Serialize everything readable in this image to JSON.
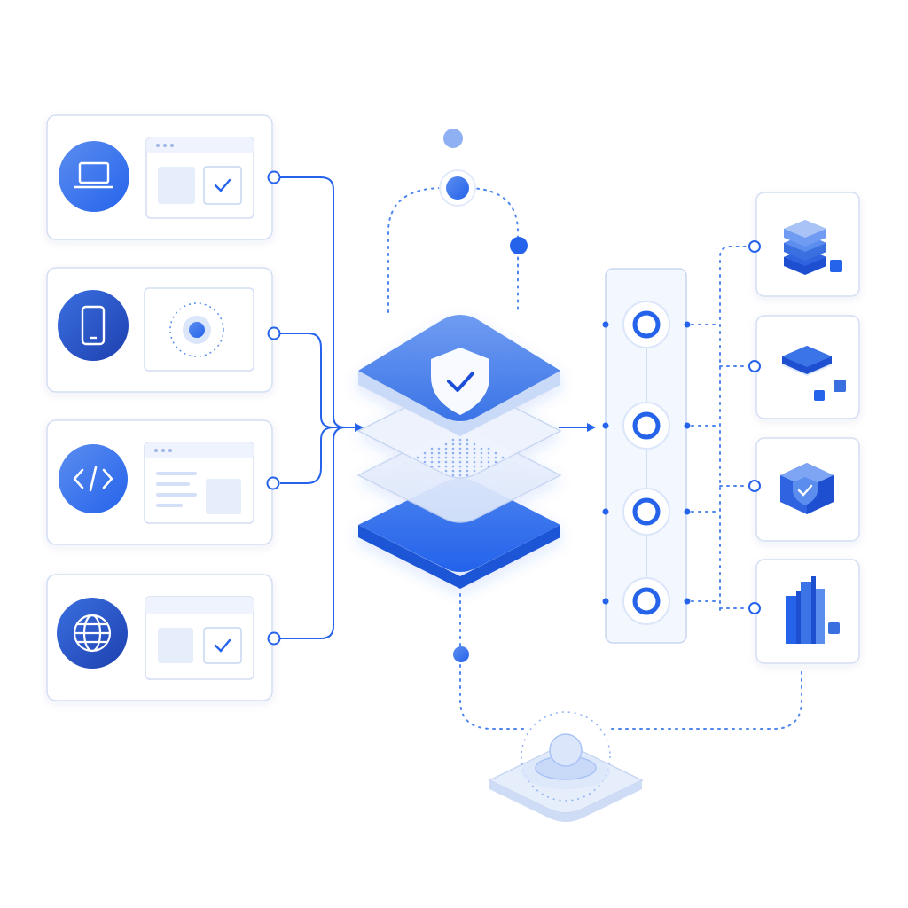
{
  "palette": {
    "primary": "#2563eb",
    "primary_light": "#5b8def",
    "accent_soft": "#dbe6fb",
    "card_border": "#d3def4",
    "card_fill": "#ffffff",
    "dot_line": "#4f86ee"
  },
  "sources": [
    {
      "icon": "laptop-icon",
      "preview": "window-with-check"
    },
    {
      "icon": "smartphone-icon",
      "preview": "radar-target"
    },
    {
      "icon": "code-icon",
      "preview": "text-document"
    },
    {
      "icon": "globe-icon",
      "preview": "window-with-check"
    }
  ],
  "core": {
    "icon": "shield-check-icon",
    "layers": 4
  },
  "bus": {
    "nodes": 4
  },
  "targets": [
    {
      "icon": "database-stack-icon"
    },
    {
      "icon": "server-layers-icon"
    },
    {
      "icon": "shield-cube-icon"
    },
    {
      "icon": "bar-chart-icon"
    }
  ],
  "sensor": {
    "icon": "sensor-pad-icon"
  }
}
